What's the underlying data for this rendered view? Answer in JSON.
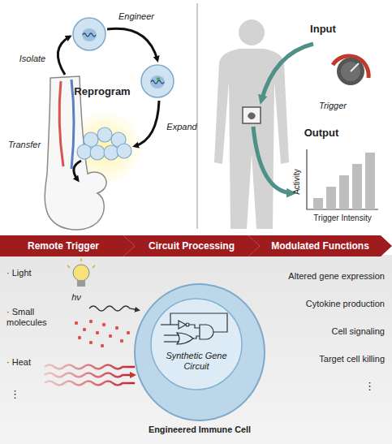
{
  "diagram": {
    "nodes": [
      {
        "text": [
          "Remote Trigger"
        ]
      },
      {
        "text": [
          "Circuit Processing"
        ]
      },
      {
        "text": [
          "Modulated Functions"
        ]
      },
      {
        "text": [
          "Engineered Immune Cell"
        ]
      },
      {
        "text": [
          "Synthetic Gene Circuit"
        ],
        "in": 3
      }
    ],
    "labels": [
      "Isolate",
      "Engineer",
      "Reprogram",
      "Expand",
      "Transfer",
      "Input",
      "Trigger",
      "Output",
      "Activity",
      "Trigger Intensity",
      "hν",
      "· Light",
      "· Small molecules",
      "· Heat",
      "⋮",
      "Altered gene expression",
      "Cytokine production",
      "Cell signaling",
      "Target cell killing",
      "⋮"
    ]
  }
}
